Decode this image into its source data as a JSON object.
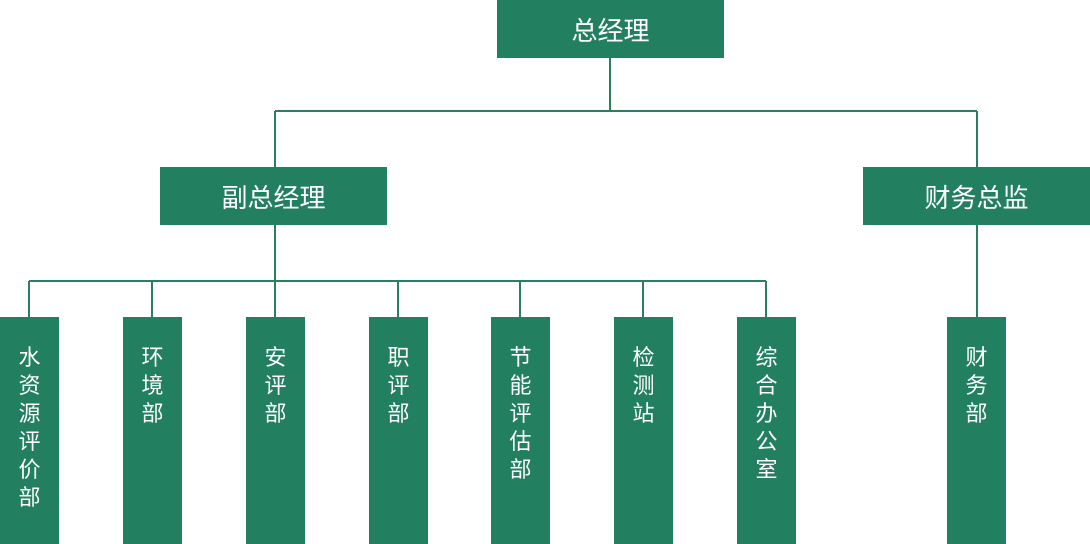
{
  "chart": {
    "root": "总经理",
    "level2": [
      {
        "label": "副总经理"
      },
      {
        "label": "财务总监"
      }
    ],
    "departments": [
      {
        "label": "水资源评价部"
      },
      {
        "label": "环境部"
      },
      {
        "label": "安评部"
      },
      {
        "label": "职评部"
      },
      {
        "label": "节能评估部"
      },
      {
        "label": "检测站"
      },
      {
        "label": "综合办公室"
      },
      {
        "label": "财务部"
      }
    ]
  }
}
